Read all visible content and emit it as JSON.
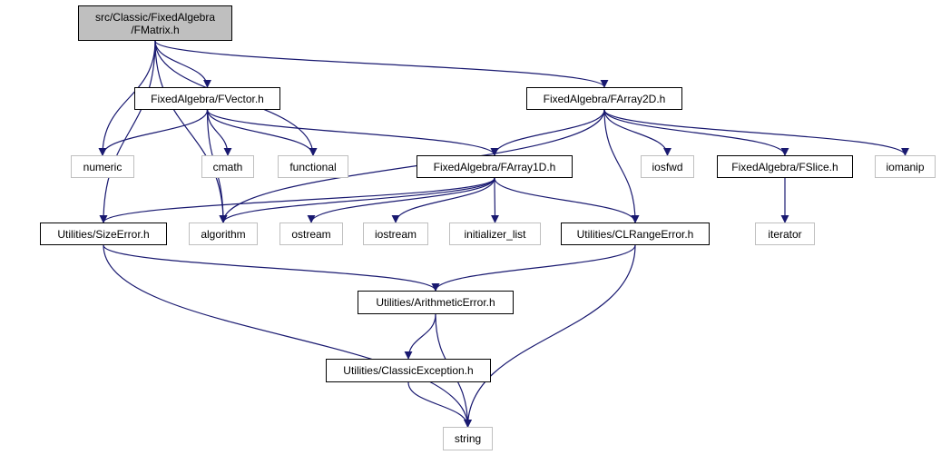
{
  "diagram": {
    "edge_color": "#191970",
    "main_fill": "#bfbfbf",
    "local_border": "#000000",
    "system_border": "#bfbfbf",
    "nodes": {
      "fmatrix": {
        "line1": "src/Classic/FixedAlgebra",
        "line2": "/FMatrix.h"
      },
      "fvector": {
        "label": "FixedAlgebra/FVector.h"
      },
      "farray2d": {
        "label": "FixedAlgebra/FArray2D.h"
      },
      "numeric": {
        "label": "numeric"
      },
      "cmath": {
        "label": "cmath"
      },
      "functional": {
        "label": "functional"
      },
      "farray1d": {
        "label": "FixedAlgebra/FArray1D.h"
      },
      "iosfwd": {
        "label": "iosfwd"
      },
      "fslice": {
        "label": "FixedAlgebra/FSlice.h"
      },
      "iomanip": {
        "label": "iomanip"
      },
      "sizeerror": {
        "label": "Utilities/SizeError.h"
      },
      "algorithm": {
        "label": "algorithm"
      },
      "ostream": {
        "label": "ostream"
      },
      "iostream": {
        "label": "iostream"
      },
      "initializer_list": {
        "label": "initializer_list"
      },
      "clrangeerror": {
        "label": "Utilities/CLRangeError.h"
      },
      "iterator": {
        "label": "iterator"
      },
      "arithmeticerror": {
        "label": "Utilities/ArithmeticError.h"
      },
      "classicexception": {
        "label": "Utilities/ClassicException.h"
      },
      "string": {
        "label": "string"
      }
    },
    "edges": [
      [
        "fmatrix",
        "fvector"
      ],
      [
        "fmatrix",
        "farray2d"
      ],
      [
        "fmatrix",
        "numeric"
      ],
      [
        "fmatrix",
        "functional"
      ],
      [
        "fmatrix",
        "sizeerror"
      ],
      [
        "fmatrix",
        "algorithm"
      ],
      [
        "fvector",
        "numeric"
      ],
      [
        "fvector",
        "cmath"
      ],
      [
        "fvector",
        "functional"
      ],
      [
        "fvector",
        "farray1d"
      ],
      [
        "fvector",
        "algorithm"
      ],
      [
        "farray2d",
        "farray1d"
      ],
      [
        "farray2d",
        "iosfwd"
      ],
      [
        "farray2d",
        "fslice"
      ],
      [
        "farray2d",
        "iomanip"
      ],
      [
        "farray2d",
        "clrangeerror"
      ],
      [
        "farray2d",
        "algorithm"
      ],
      [
        "farray1d",
        "sizeerror"
      ],
      [
        "farray1d",
        "algorithm"
      ],
      [
        "farray1d",
        "ostream"
      ],
      [
        "farray1d",
        "iostream"
      ],
      [
        "farray1d",
        "initializer_list"
      ],
      [
        "farray1d",
        "clrangeerror"
      ],
      [
        "fslice",
        "iterator"
      ],
      [
        "sizeerror",
        "arithmeticerror"
      ],
      [
        "sizeerror",
        "string"
      ],
      [
        "clrangeerror",
        "arithmeticerror"
      ],
      [
        "clrangeerror",
        "string"
      ],
      [
        "arithmeticerror",
        "classicexception"
      ],
      [
        "arithmeticerror",
        "string"
      ],
      [
        "classicexception",
        "string"
      ]
    ]
  }
}
